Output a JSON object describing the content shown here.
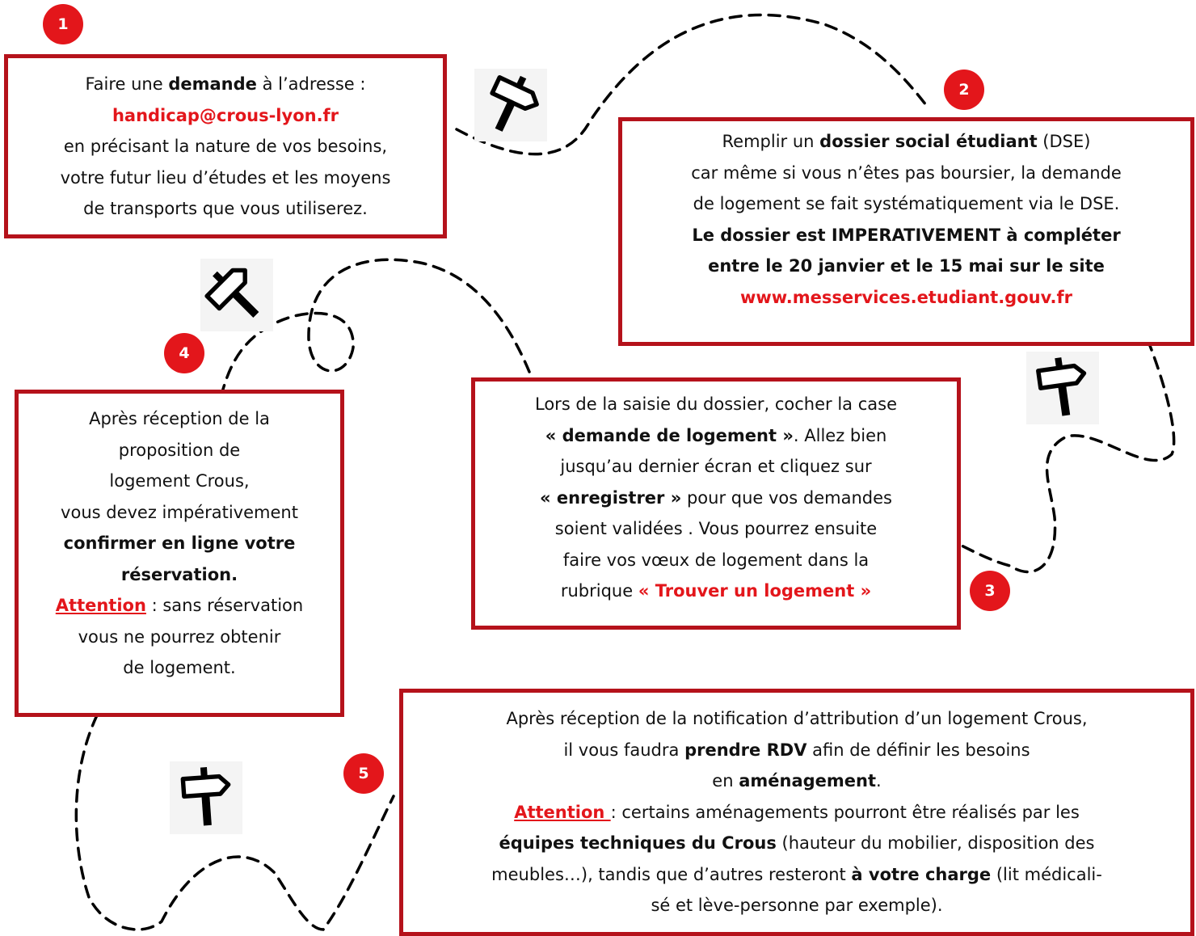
{
  "steps": [
    {
      "number": "1",
      "lines": [
        [
          {
            "t": "Faire une "
          },
          {
            "t": "demande",
            "s": "b"
          },
          {
            "t": " à l’adresse :"
          }
        ],
        [
          {
            "t": "handicap@crous-lyon.fr",
            "s": "red"
          }
        ],
        [
          {
            "t": "en précisant la nature de vos besoins,"
          }
        ],
        [
          {
            "t": "votre futur lieu d’études et les moyens"
          }
        ],
        [
          {
            "t": "de transports que vous utiliserez."
          }
        ]
      ]
    },
    {
      "number": "2",
      "lines": [
        [
          {
            "t": "Remplir un "
          },
          {
            "t": "dossier social étudiant",
            "s": "b"
          },
          {
            "t": " (DSE)"
          }
        ],
        [
          {
            "t": "car même si vous n’êtes pas boursier, la demande"
          }
        ],
        [
          {
            "t": "de logement se fait systématiquement via le DSE."
          }
        ],
        [
          {
            "t": "Le dossier est IMPERATIVEMENT à compléter",
            "s": "b"
          }
        ],
        [
          {
            "t": "entre le 20 janvier et le 15 mai sur le site",
            "s": "b"
          }
        ],
        [
          {
            "t": "www.messervices.etudiant.gouv.fr",
            "s": "red"
          }
        ]
      ]
    },
    {
      "number": "3",
      "lines": [
        [
          {
            "t": "Lors de la saisie du dossier, cocher la case"
          }
        ],
        [
          {
            "t": "« demande de logement »",
            "s": "b"
          },
          {
            "t": ". Allez bien"
          }
        ],
        [
          {
            "t": "jusqu’au dernier écran et cliquez sur"
          }
        ],
        [
          {
            "t": "« enregistrer »",
            "s": "b"
          },
          {
            "t": " pour que vos demandes"
          }
        ],
        [
          {
            "t": "soient validées .  Vous pourrez ensuite"
          }
        ],
        [
          {
            "t": "faire vos vœux de logement dans la"
          }
        ],
        [
          {
            "t": "rubrique "
          },
          {
            "t": "« Trouver un logement »",
            "s": "red"
          }
        ]
      ]
    },
    {
      "number": "4",
      "lines": [
        [
          {
            "t": "Après réception de la"
          }
        ],
        [
          {
            "t": "proposition de"
          }
        ],
        [
          {
            "t": "logement Crous,"
          }
        ],
        [
          {
            "t": "vous devez impérativement"
          }
        ],
        [
          {
            "t": "confirmer en ligne votre",
            "s": "b"
          }
        ],
        [
          {
            "t": "réservation.",
            "s": "b"
          }
        ],
        [
          {
            "t": "Attention",
            "s": "redu"
          },
          {
            "t": " : sans réservation"
          }
        ],
        [
          {
            "t": "vous ne pourrez obtenir"
          }
        ],
        [
          {
            "t": "de logement."
          }
        ]
      ]
    },
    {
      "number": "5",
      "lines": [
        [
          {
            "t": "Après réception de la notification d’attribution d’un logement Crous,"
          }
        ],
        [
          {
            "t": "il vous faudra "
          },
          {
            "t": "prendre RDV",
            "s": "b"
          },
          {
            "t": " afin de définir les besoins"
          }
        ],
        [
          {
            "t": "en "
          },
          {
            "t": "aménagement",
            "s": "b"
          },
          {
            "t": "."
          }
        ],
        [
          {
            "t": "Attention ",
            "s": "redu"
          },
          {
            "t": ": certains aménagements pourront être réalisés par les"
          }
        ],
        [
          {
            "t": "équipes techniques du Crous",
            "s": "b"
          },
          {
            "t": " (hauteur du mobilier, disposition des"
          }
        ],
        [
          {
            "t": "meubles…), tandis que d’autres resteront "
          },
          {
            "t": "à votre charge",
            "s": "b"
          },
          {
            "t": " (lit médicali-"
          }
        ],
        [
          {
            "t": "sé et lève-personne par exemple)."
          }
        ]
      ]
    }
  ],
  "icons": [
    "signpost-icon",
    "signpost-icon",
    "signpost-icon",
    "signpost-icon"
  ],
  "colors": {
    "border": "#b5121b",
    "accent": "#e3161b",
    "text": "#111111"
  }
}
